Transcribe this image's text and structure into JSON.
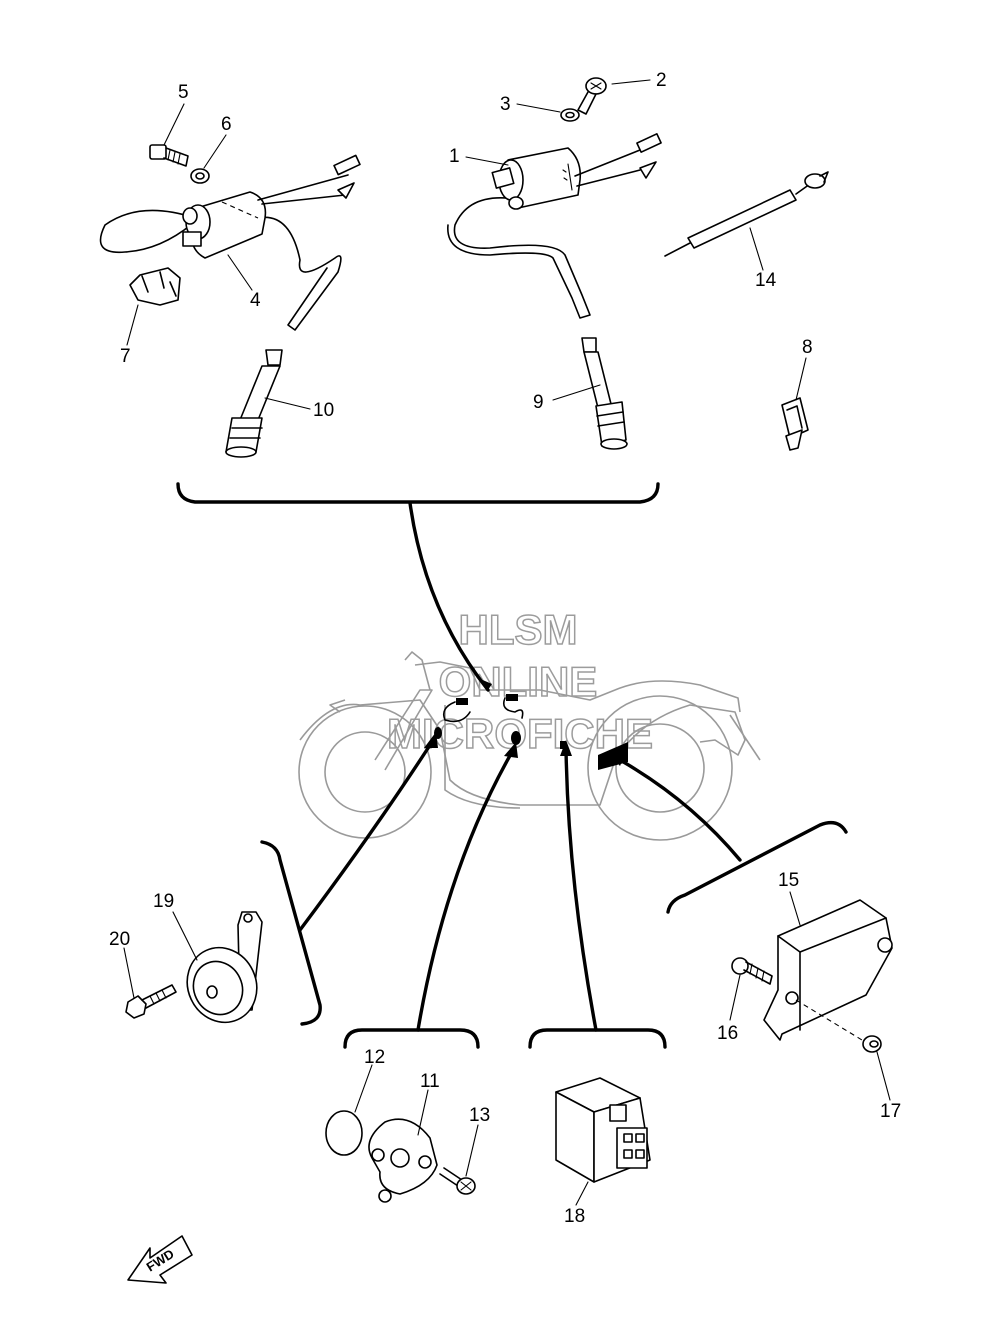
{
  "watermark": {
    "line1": "HLSM",
    "line2": "ONLINE",
    "line3": "MICROFICHE"
  },
  "fwd_label": "FWD",
  "callouts": [
    "1",
    "2",
    "3",
    "4",
    "5",
    "6",
    "7",
    "8",
    "9",
    "10",
    "11",
    "12",
    "13",
    "14",
    "15",
    "16",
    "17",
    "18",
    "19",
    "20"
  ]
}
